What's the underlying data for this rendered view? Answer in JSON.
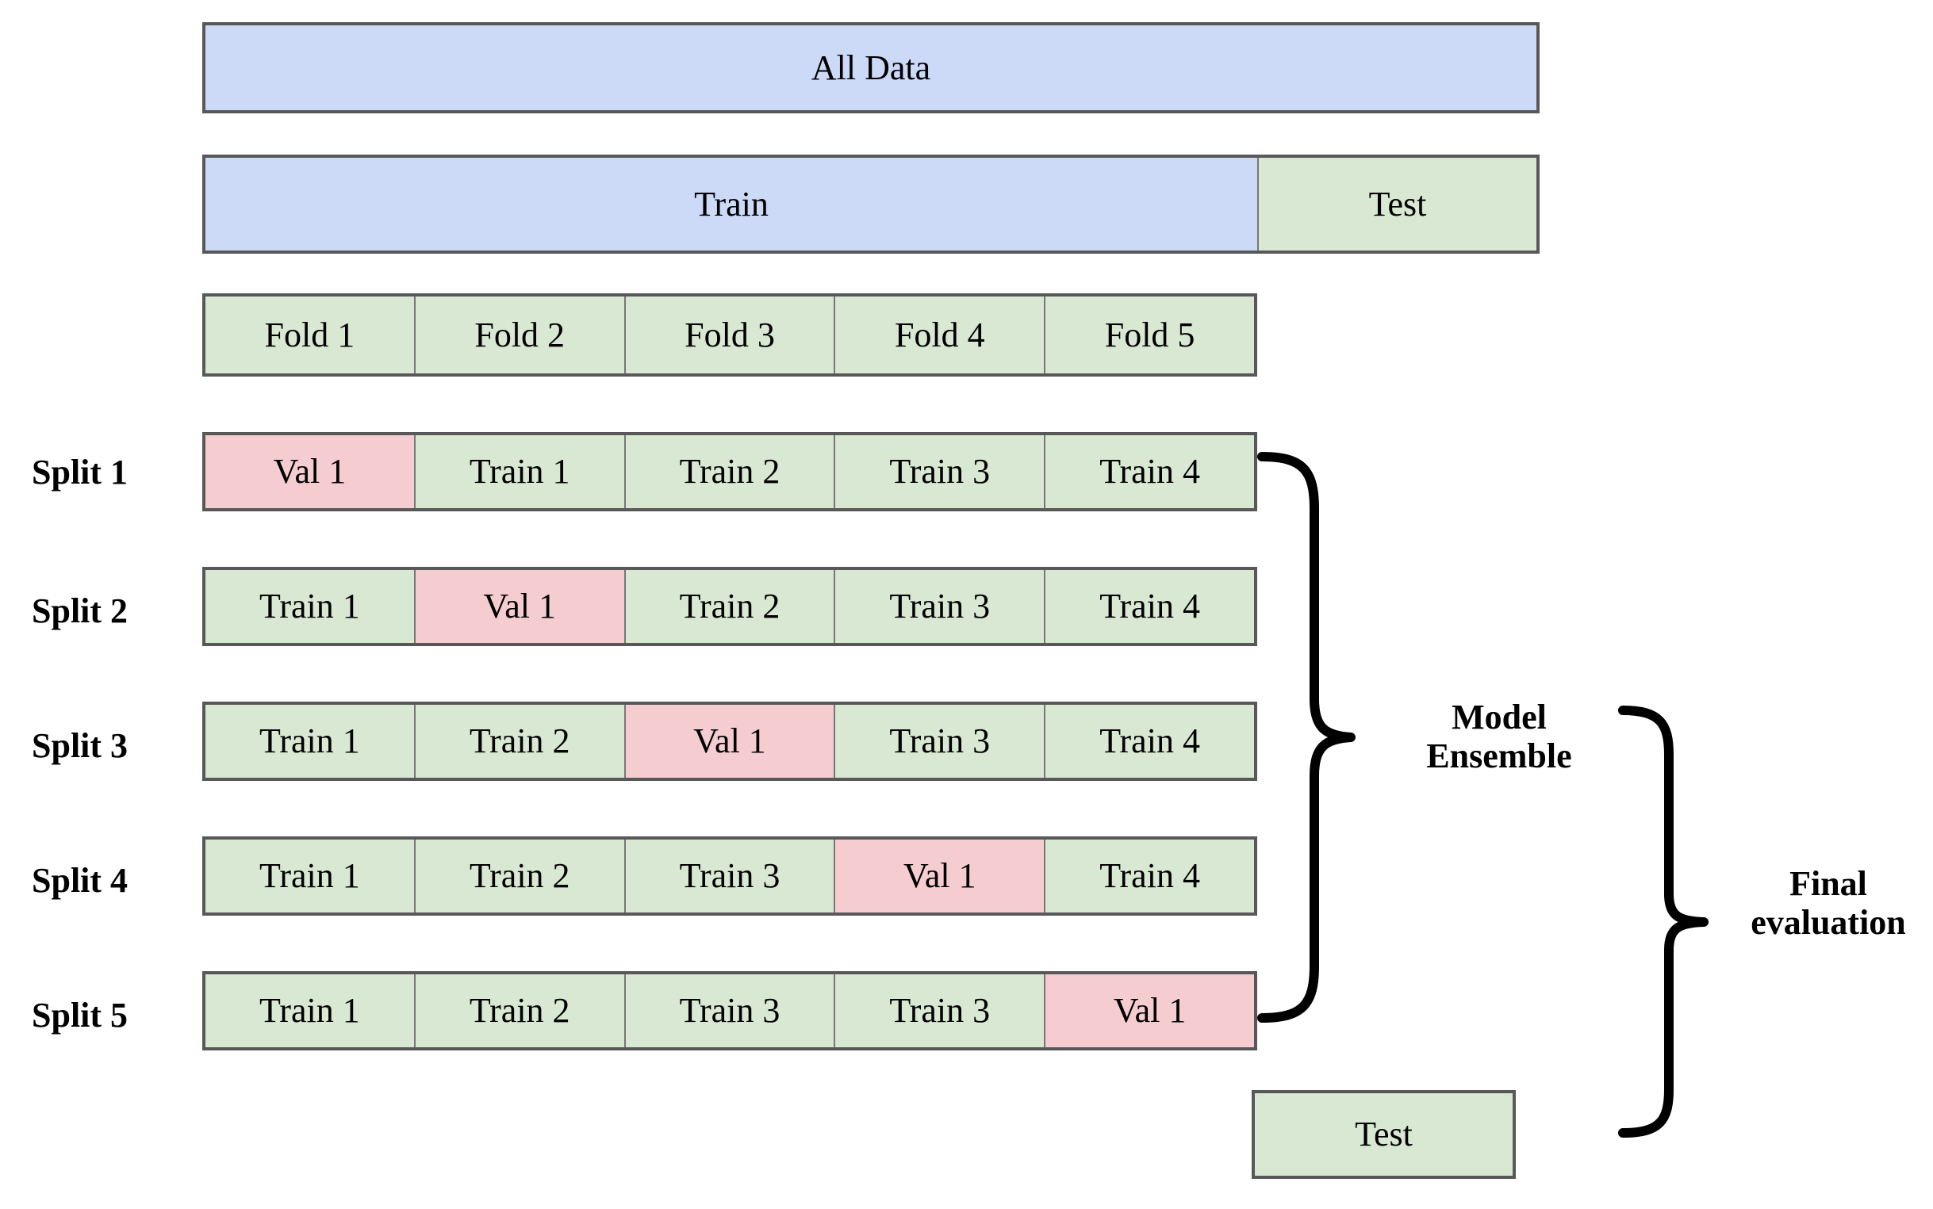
{
  "diagram": {
    "title": "Nested cross-validation data split diagram",
    "colors": {
      "blue_fill": "#ccd9f7",
      "green_fill": "#d9e8d2",
      "pink_fill": "#f5cdd0",
      "border": "#585858",
      "divider": "#777777",
      "text": "#000000",
      "brace": "#000000",
      "background": "#ffffff"
    },
    "rows": {
      "all_data": {
        "cells": [
          {
            "label": "All Data",
            "fill": "blue"
          }
        ]
      },
      "train_test": {
        "cells": [
          {
            "label": "Train",
            "fill": "blue"
          },
          {
            "label": "Test",
            "fill": "green"
          }
        ]
      },
      "folds": {
        "cells": [
          {
            "label": "Fold 1",
            "fill": "green"
          },
          {
            "label": "Fold 2",
            "fill": "green"
          },
          {
            "label": "Fold 3",
            "fill": "green"
          },
          {
            "label": "Fold 4",
            "fill": "green"
          },
          {
            "label": "Fold 5",
            "fill": "green"
          }
        ]
      }
    },
    "splits": [
      {
        "label": "Split 1",
        "cells": [
          {
            "label": "Val 1",
            "fill": "pink"
          },
          {
            "label": "Train 1",
            "fill": "green"
          },
          {
            "label": "Train 2",
            "fill": "green"
          },
          {
            "label": "Train 3",
            "fill": "green"
          },
          {
            "label": "Train 4",
            "fill": "green"
          }
        ]
      },
      {
        "label": "Split 2",
        "cells": [
          {
            "label": "Train 1",
            "fill": "green"
          },
          {
            "label": "Val 1",
            "fill": "pink"
          },
          {
            "label": "Train 2",
            "fill": "green"
          },
          {
            "label": "Train 3",
            "fill": "green"
          },
          {
            "label": "Train 4",
            "fill": "green"
          }
        ]
      },
      {
        "label": "Split 3",
        "cells": [
          {
            "label": "Train 1",
            "fill": "green"
          },
          {
            "label": "Train 2",
            "fill": "green"
          },
          {
            "label": "Val 1",
            "fill": "pink"
          },
          {
            "label": "Train 3",
            "fill": "green"
          },
          {
            "label": "Train 4",
            "fill": "green"
          }
        ]
      },
      {
        "label": "Split 4",
        "cells": [
          {
            "label": "Train 1",
            "fill": "green"
          },
          {
            "label": "Train 2",
            "fill": "green"
          },
          {
            "label": "Train 3",
            "fill": "green"
          },
          {
            "label": "Val 1",
            "fill": "pink"
          },
          {
            "label": "Train 4",
            "fill": "green"
          }
        ]
      },
      {
        "label": "Split 5",
        "cells": [
          {
            "label": "Train 1",
            "fill": "green"
          },
          {
            "label": "Train 2",
            "fill": "green"
          },
          {
            "label": "Train 3",
            "fill": "green"
          },
          {
            "label": "Train 3",
            "fill": "green"
          },
          {
            "label": "Val 1",
            "fill": "pink"
          }
        ]
      }
    ],
    "final_test": {
      "label": "Test",
      "fill": "green"
    },
    "annotations": {
      "model_ensemble_line1": "Model",
      "model_ensemble_line2": "Ensemble",
      "final_eval_line1": "Final",
      "final_eval_line2": "evaluation"
    }
  }
}
